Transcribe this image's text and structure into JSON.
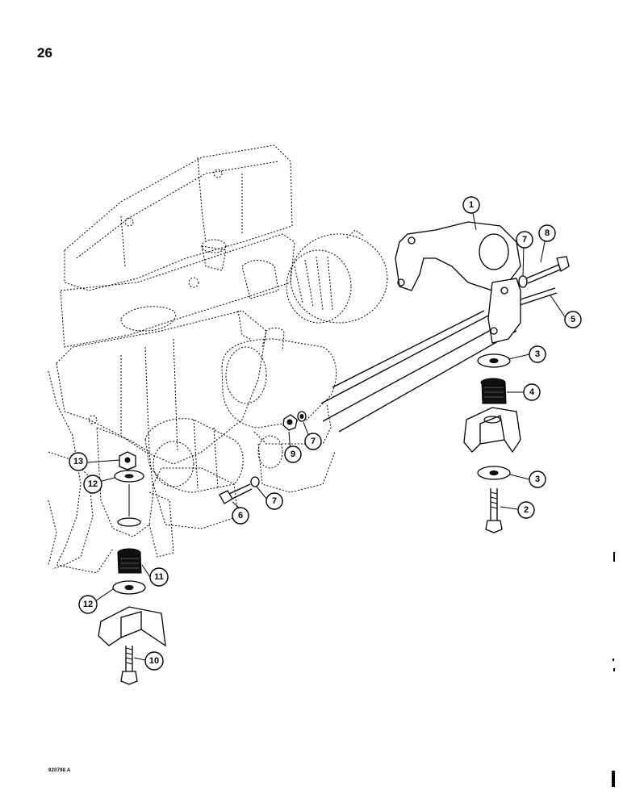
{
  "page": {
    "number": "26",
    "figure_code": "920798 A"
  },
  "callouts": [
    {
      "id": "1",
      "label": "1"
    },
    {
      "id": "2",
      "label": "2"
    },
    {
      "id": "3a",
      "label": "3"
    },
    {
      "id": "3b",
      "label": "3"
    },
    {
      "id": "4",
      "label": "4"
    },
    {
      "id": "5",
      "label": "5"
    },
    {
      "id": "6",
      "label": "6"
    },
    {
      "id": "7a",
      "label": "7"
    },
    {
      "id": "7b",
      "label": "7"
    },
    {
      "id": "7c",
      "label": "7"
    },
    {
      "id": "8",
      "label": "8"
    },
    {
      "id": "9",
      "label": "9"
    },
    {
      "id": "10",
      "label": "10"
    },
    {
      "id": "11",
      "label": "11"
    },
    {
      "id": "12a",
      "label": "12"
    },
    {
      "id": "12b",
      "label": "12"
    },
    {
      "id": "13",
      "label": "13"
    }
  ]
}
